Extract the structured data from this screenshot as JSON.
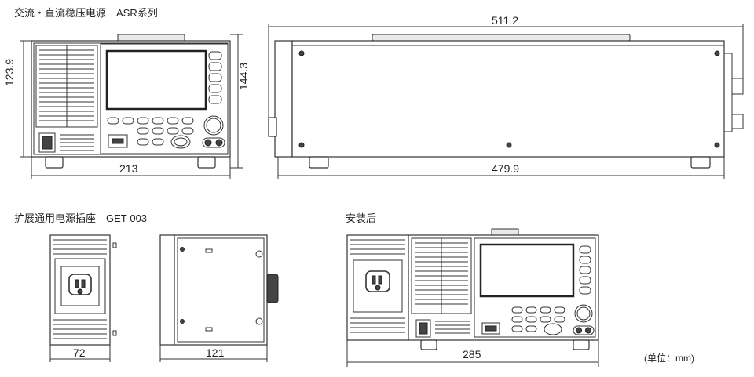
{
  "titles": {
    "top": "交流・直流稳压电源　ASR系列",
    "socket": "扩展通用电源插座　GET-003",
    "installed": "安装后",
    "unit": "(单位：mm)"
  },
  "dimensions": {
    "front_width": "213",
    "front_height_body": "123.9",
    "front_height_total": "144.3",
    "side_depth_total": "511.2",
    "side_depth_body": "479.9",
    "socket_width": "72",
    "socket_depth": "121",
    "installed_width": "285"
  }
}
